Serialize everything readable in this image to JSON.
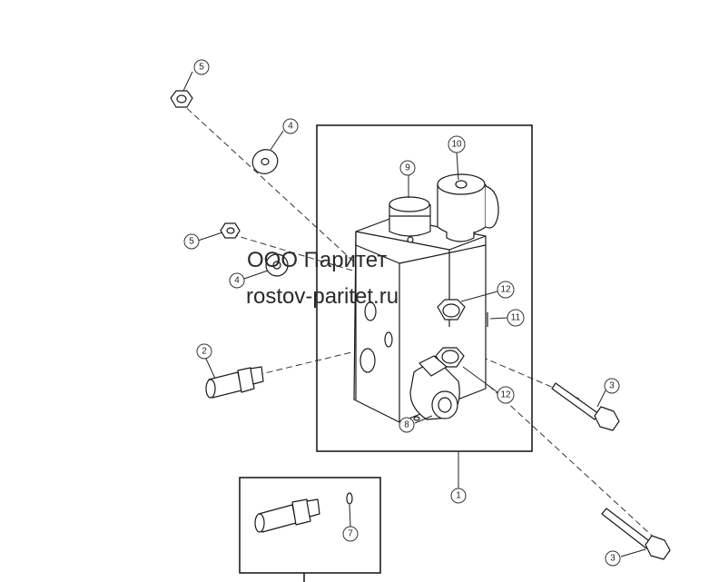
{
  "watermark": {
    "line1": "ООО Паритет",
    "line2": "rostov-paritet.ru"
  },
  "callouts": {
    "c5a": "5",
    "c4a": "4",
    "c5b": "5",
    "c4b": "4",
    "c2": "2",
    "c9": "9",
    "c10": "10",
    "c12a": "12",
    "c11": "11",
    "c12b": "12",
    "c8": "8",
    "c3a": "3",
    "c3b": "3",
    "c1": "1",
    "c7": "7"
  }
}
